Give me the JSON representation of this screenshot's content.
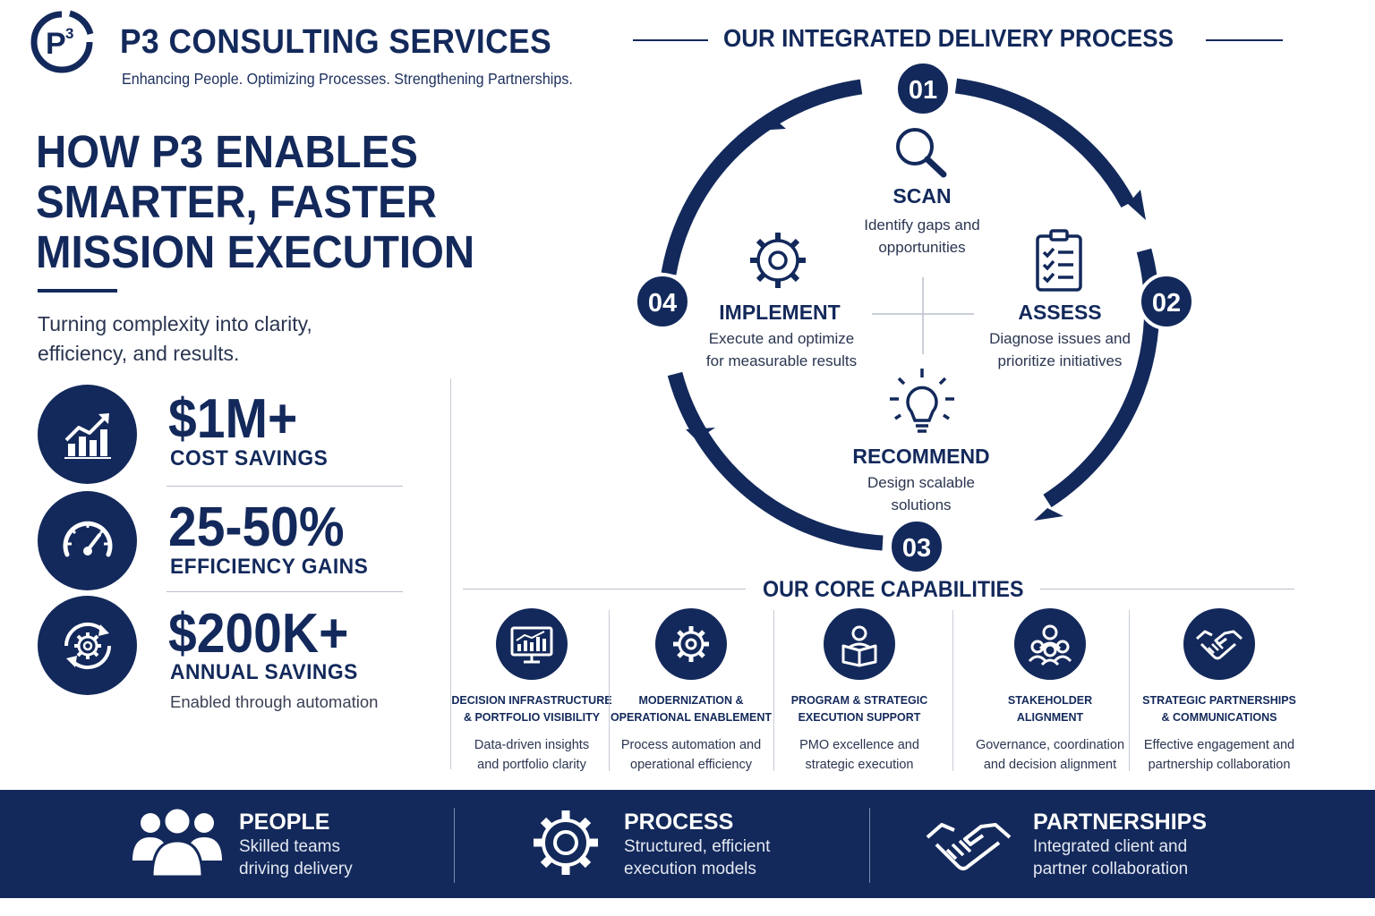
{
  "brand": {
    "logo_text": "P",
    "logo_sup": "3",
    "title": "P3 CONSULTING SERVICES",
    "tagline": "Enhancing People. Optimizing Processes. Strengthening Partnerships."
  },
  "hero": {
    "title_lines": [
      "HOW P3 ENABLES",
      "SMARTER, FASTER",
      "MISSION EXECUTION"
    ],
    "subtitle": "Turning complexity into clarity, efficiency, and results."
  },
  "stats": [
    {
      "icon": "chart-growth-icon",
      "value": "$1M+",
      "label": "COST SAVINGS",
      "note": ""
    },
    {
      "icon": "speedometer-icon",
      "value": "25-50%",
      "label": "EFFICIENCY GAINS",
      "note": ""
    },
    {
      "icon": "automation-gear-icon",
      "value": "$200K+",
      "label": "ANNUAL SAVINGS",
      "note": "Enabled through automation"
    }
  ],
  "process": {
    "heading": "OUR INTEGRATED DELIVERY PROCESS",
    "steps": [
      {
        "number": "01",
        "title": "SCAN",
        "desc": "Identify gaps and opportunities",
        "icon": "magnifier-icon"
      },
      {
        "number": "02",
        "title": "ASSESS",
        "desc": "Diagnose issues and prioritize initiatives",
        "icon": "clipboard-checklist-icon"
      },
      {
        "number": "03",
        "title": "RECOMMEND",
        "desc": "Design scalable solutions",
        "icon": "lightbulb-icon"
      },
      {
        "number": "04",
        "title": "IMPLEMENT",
        "desc": "Execute and optimize for measurable results",
        "icon": "gear-icon"
      }
    ]
  },
  "capabilities": {
    "heading": "OUR CORE CAPABILITIES",
    "items": [
      {
        "icon": "dashboard-monitor-icon",
        "title": "DECISION INFRASTRUCTURE\n& PORTFOLIO VISIBILITY",
        "desc": "Data-driven insights\nand portfolio clarity"
      },
      {
        "icon": "gear-icon",
        "title": "MODERNIZATION &\nOPERATIONAL ENABLEMENT",
        "desc": "Process automation and\noperational efficiency"
      },
      {
        "icon": "reader-icon",
        "title": "PROGRAM & STRATEGIC\nEXECUTION SUPPORT",
        "desc": "PMO excellence and\nstrategic execution"
      },
      {
        "icon": "team-group-icon",
        "title": "STAKEHOLDER\nALIGNMENT",
        "desc": "Governance, coordination\nand decision alignment"
      },
      {
        "icon": "handshake-icon",
        "title": "STRATEGIC PARTNERSHIPS\n& COMMUNICATIONS",
        "desc": "Effective engagement and\npartnership collaboration"
      }
    ]
  },
  "pillars": [
    {
      "icon": "people-icon",
      "title": "PEOPLE",
      "desc": "Skilled teams\ndriving delivery"
    },
    {
      "icon": "gear-icon",
      "title": "PROCESS",
      "desc": "Structured, efficient\nexecution models"
    },
    {
      "icon": "handshake-icon",
      "title": "PARTNERSHIPS",
      "desc": "Integrated client and\npartner collaboration"
    }
  ],
  "colors": {
    "navy": "#13295b",
    "white": "#ffffff"
  }
}
